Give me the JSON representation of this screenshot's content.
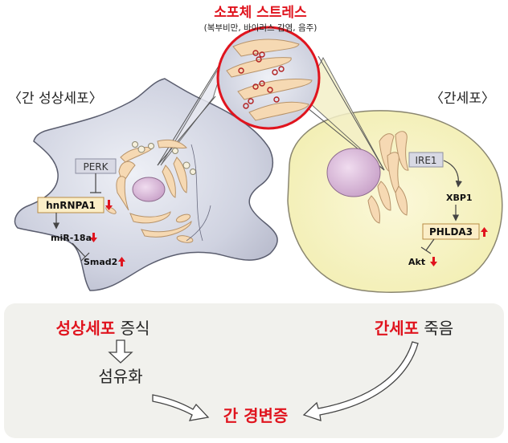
{
  "title": "소포체 스트레스",
  "subtitle": "(복부비만, 바이러스 감염, 음주)",
  "left_cell": {
    "label": "〈간 성상세포〉",
    "perk": "PERK",
    "hnrnpa1": "hnRNPA1",
    "mir18a": "miR-18a",
    "smad2": "Smad2"
  },
  "right_cell": {
    "label": "〈간세포〉",
    "ire1": "IRE1",
    "xbp1": "XBP1",
    "phlda3": "PHLDA3",
    "akt": "Akt"
  },
  "outcome": {
    "proliferation_red": "성상세포",
    "proliferation_black": " 증식",
    "fibrosis": "섬유화",
    "death_red": "간세포",
    "death_black": " 죽음",
    "cirrhosis": "간 경변증"
  },
  "colors": {
    "accent_red": "#e0141e",
    "arrow_up": "#e0141e",
    "arrow_down": "#e0141e",
    "stellate_fill": "#c5c8d8",
    "hepatocyte_fill": "#f8f4c4",
    "panel_fill": "#f1f1ed",
    "box_fill": "#fbeec7"
  }
}
